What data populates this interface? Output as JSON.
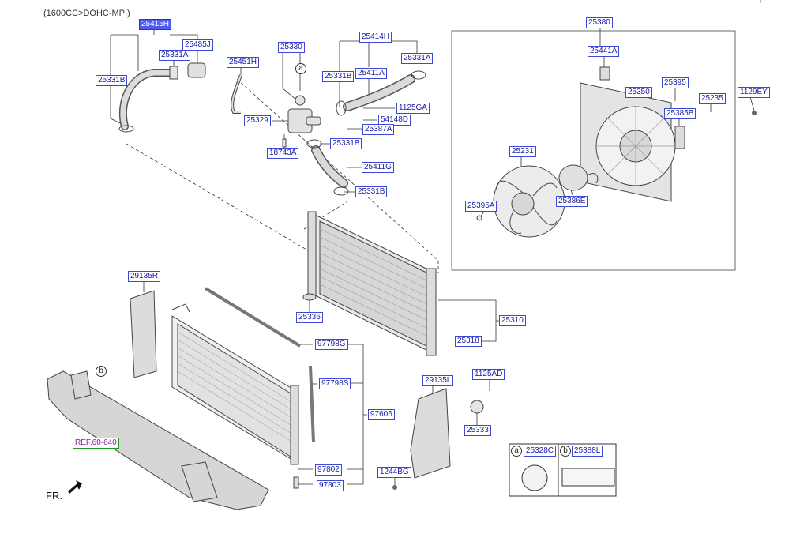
{
  "header": {
    "engine_note": "(1600CC>DOHC-MPI)"
  },
  "selected_part": "25415H",
  "parts": [
    {
      "key": "p25415H",
      "label": "25415H"
    },
    {
      "key": "p25485J",
      "label": "25485J"
    },
    {
      "key": "p25331A_1",
      "label": "25331A"
    },
    {
      "key": "p25331B_1",
      "label": "25331B"
    },
    {
      "key": "p25330",
      "label": "25330"
    },
    {
      "key": "p25414H",
      "label": "25414H"
    },
    {
      "key": "p25331A_2",
      "label": "25331A"
    },
    {
      "key": "p25451H",
      "label": "25451H"
    },
    {
      "key": "p25331B_2",
      "label": "25331B"
    },
    {
      "key": "p25411A",
      "label": "25411A"
    },
    {
      "key": "p1125GA",
      "label": "1125GA"
    },
    {
      "key": "p54148D",
      "label": "54148D"
    },
    {
      "key": "p25329",
      "label": "25329"
    },
    {
      "key": "p25387A",
      "label": "25387A"
    },
    {
      "key": "p18743A",
      "label": "18743A"
    },
    {
      "key": "p25331B_3",
      "label": "25331B"
    },
    {
      "key": "p25411G",
      "label": "25411G"
    },
    {
      "key": "p25331B_4",
      "label": "25331B"
    },
    {
      "key": "p25380",
      "label": "25380"
    },
    {
      "key": "p25441A",
      "label": "25441A"
    },
    {
      "key": "p25395",
      "label": "25395"
    },
    {
      "key": "p25350",
      "label": "25350"
    },
    {
      "key": "p25235",
      "label": "25235"
    },
    {
      "key": "p1129EY",
      "label": "1129EY"
    },
    {
      "key": "p25385B",
      "label": "25385B"
    },
    {
      "key": "p25231",
      "label": "25231"
    },
    {
      "key": "p25395A",
      "label": "25395A"
    },
    {
      "key": "p25386E",
      "label": "25386E"
    },
    {
      "key": "p29135R",
      "label": "29135R"
    },
    {
      "key": "p25336",
      "label": "25336"
    },
    {
      "key": "p25310",
      "label": "25310"
    },
    {
      "key": "p25318",
      "label": "25318"
    },
    {
      "key": "p97798G",
      "label": "97798G"
    },
    {
      "key": "p97798S",
      "label": "97798S"
    },
    {
      "key": "p97606",
      "label": "97606"
    },
    {
      "key": "p29135L",
      "label": "29135L"
    },
    {
      "key": "p1125AD",
      "label": "1125AD"
    },
    {
      "key": "p25333",
      "label": "25333"
    },
    {
      "key": "p97802",
      "label": "97802"
    },
    {
      "key": "p97803",
      "label": "97803"
    },
    {
      "key": "p1244BG",
      "label": "1244BG"
    },
    {
      "key": "p25328C",
      "label": "25328C"
    },
    {
      "key": "p25388L",
      "label": "25388L"
    }
  ],
  "reference": {
    "label": "REF.60-640"
  },
  "callouts": {
    "a": "a",
    "b": "b"
  },
  "direction": {
    "label": "FR."
  },
  "colors": {
    "label_border": "#3b49d6",
    "label_text": "#1a1aa8",
    "selected_fill": "#4e5cf2",
    "ref_border": "#1b9a1b"
  }
}
